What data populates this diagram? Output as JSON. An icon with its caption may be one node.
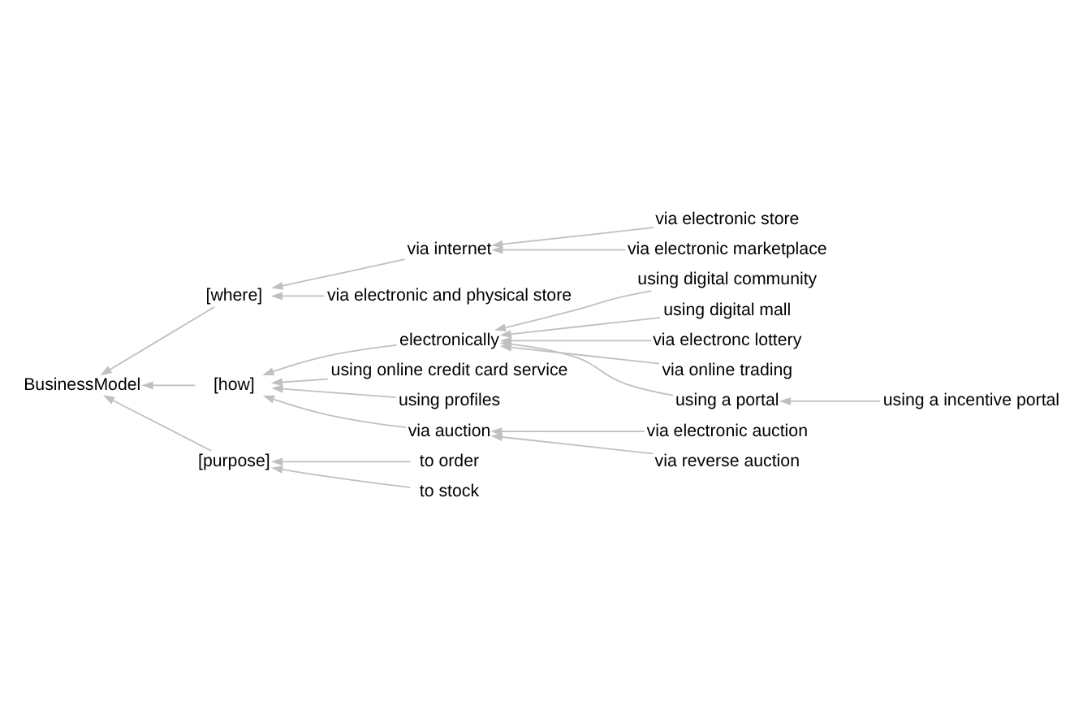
{
  "diagram": {
    "nodes": [
      {
        "text": [
          "BusinessModel"
        ]
      },
      {
        "text": [
          "[where]"
        ]
      },
      {
        "text": [
          "via internet"
        ]
      },
      {
        "text": [
          "via electronic store"
        ]
      },
      {
        "text": [
          "via electronic marketplace"
        ]
      },
      {
        "text": [
          "via electronic and physical store"
        ]
      },
      {
        "text": [
          "[how]"
        ]
      },
      {
        "text": [
          "electronically"
        ]
      },
      {
        "text": [
          "using digital community"
        ]
      },
      {
        "text": [
          "using digital mall"
        ]
      },
      {
        "text": [
          "via electronc lottery"
        ]
      },
      {
        "text": [
          "via online trading"
        ]
      },
      {
        "text": [
          "using a portal"
        ]
      },
      {
        "text": [
          "using a incentive portal"
        ]
      },
      {
        "text": [
          "using online credit card service"
        ]
      },
      {
        "text": [
          "using profiles"
        ]
      },
      {
        "text": [
          "via auction"
        ]
      },
      {
        "text": [
          "via electronic auction"
        ]
      },
      {
        "text": [
          "via reverse auction"
        ]
      },
      {
        "text": [
          "[purpose]"
        ]
      },
      {
        "text": [
          "to order"
        ]
      },
      {
        "text": [
          "to stock"
        ]
      }
    ],
    "edges": [
      {
        "from": 1,
        "to": 0,
        "arrow": "to"
      },
      {
        "from": 2,
        "to": 1,
        "arrow": "to"
      },
      {
        "from": 3,
        "to": 2,
        "arrow": "to"
      },
      {
        "from": 4,
        "to": 2,
        "arrow": "to"
      },
      {
        "from": 5,
        "to": 1,
        "arrow": "to"
      },
      {
        "from": 6,
        "to": 0,
        "arrow": "to"
      },
      {
        "from": 7,
        "to": 6,
        "arrow": "to"
      },
      {
        "from": 8,
        "to": 7,
        "arrow": "to"
      },
      {
        "from": 9,
        "to": 7,
        "arrow": "to"
      },
      {
        "from": 10,
        "to": 7,
        "arrow": "to"
      },
      {
        "from": 11,
        "to": 7,
        "arrow": "to"
      },
      {
        "from": 12,
        "to": 7,
        "arrow": "to"
      },
      {
        "from": 13,
        "to": 12,
        "arrow": "to"
      },
      {
        "from": 14,
        "to": 6,
        "arrow": "to"
      },
      {
        "from": 15,
        "to": 6,
        "arrow": "to"
      },
      {
        "from": 16,
        "to": 6,
        "arrow": "to"
      },
      {
        "from": 17,
        "to": 16,
        "arrow": "to"
      },
      {
        "from": 18,
        "to": 16,
        "arrow": "to"
      },
      {
        "from": 19,
        "to": 0,
        "arrow": "to"
      },
      {
        "from": 20,
        "to": 19,
        "arrow": "to"
      },
      {
        "from": 21,
        "to": 19,
        "arrow": "to"
      }
    ]
  }
}
